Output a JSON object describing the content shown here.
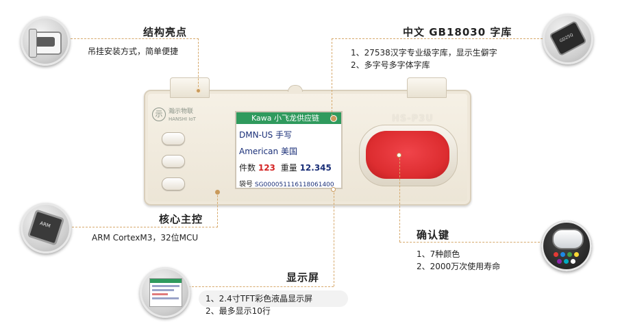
{
  "features": {
    "structure": {
      "title": "结构亮点",
      "lines": [
        "吊挂安装方式，简单便捷"
      ],
      "icon": "hinge-bracket-icon"
    },
    "font": {
      "title": "中文 GB18030 字库",
      "lines": [
        "1、27538汉字专业级字库，显示生僻字",
        "2、多字号多字体字库"
      ],
      "icon": "flash-chip-icon"
    },
    "core": {
      "title": "核心主控",
      "lines": [
        "ARM CortexM3，32位MCU"
      ],
      "icon": "arm-chip-icon"
    },
    "key": {
      "title": "确认键",
      "lines": [
        "1、7种颜色",
        "2、2000万次使用寿命"
      ],
      "icon": "confirm-key-icon",
      "color_dots": [
        "#e53935",
        "#1e88e5",
        "#43a047",
        "#fdd835",
        "#8e24aa",
        "#00acc1",
        "#ffffff"
      ]
    },
    "display": {
      "title": "显示屏",
      "lines": [
        "1、2.4寸TFT彩色液晶显示屏",
        "2、最多显示10行"
      ],
      "icon": "tft-screen-icon"
    }
  },
  "device": {
    "brand_line1": "瀚示物联",
    "brand_line2": "HANSHI IoT",
    "model": "HS-P3U",
    "side_buttons": 3,
    "big_button_color": "#dd2d30",
    "screen": {
      "header": "Kawa 小飞龙供应链",
      "line1_a": "DMN-US",
      "line1_b": "手写",
      "line2_a": "American",
      "line2_b": "美国",
      "count_label": "件数",
      "count_value": "123",
      "weight_label": "重量",
      "weight_value": "12.345",
      "bag_label": "袋号",
      "bag_value": "SG000051116118061400"
    }
  },
  "colors": {
    "accent_connector": "#d6a86a",
    "screen_header": "#2f9a5d"
  }
}
